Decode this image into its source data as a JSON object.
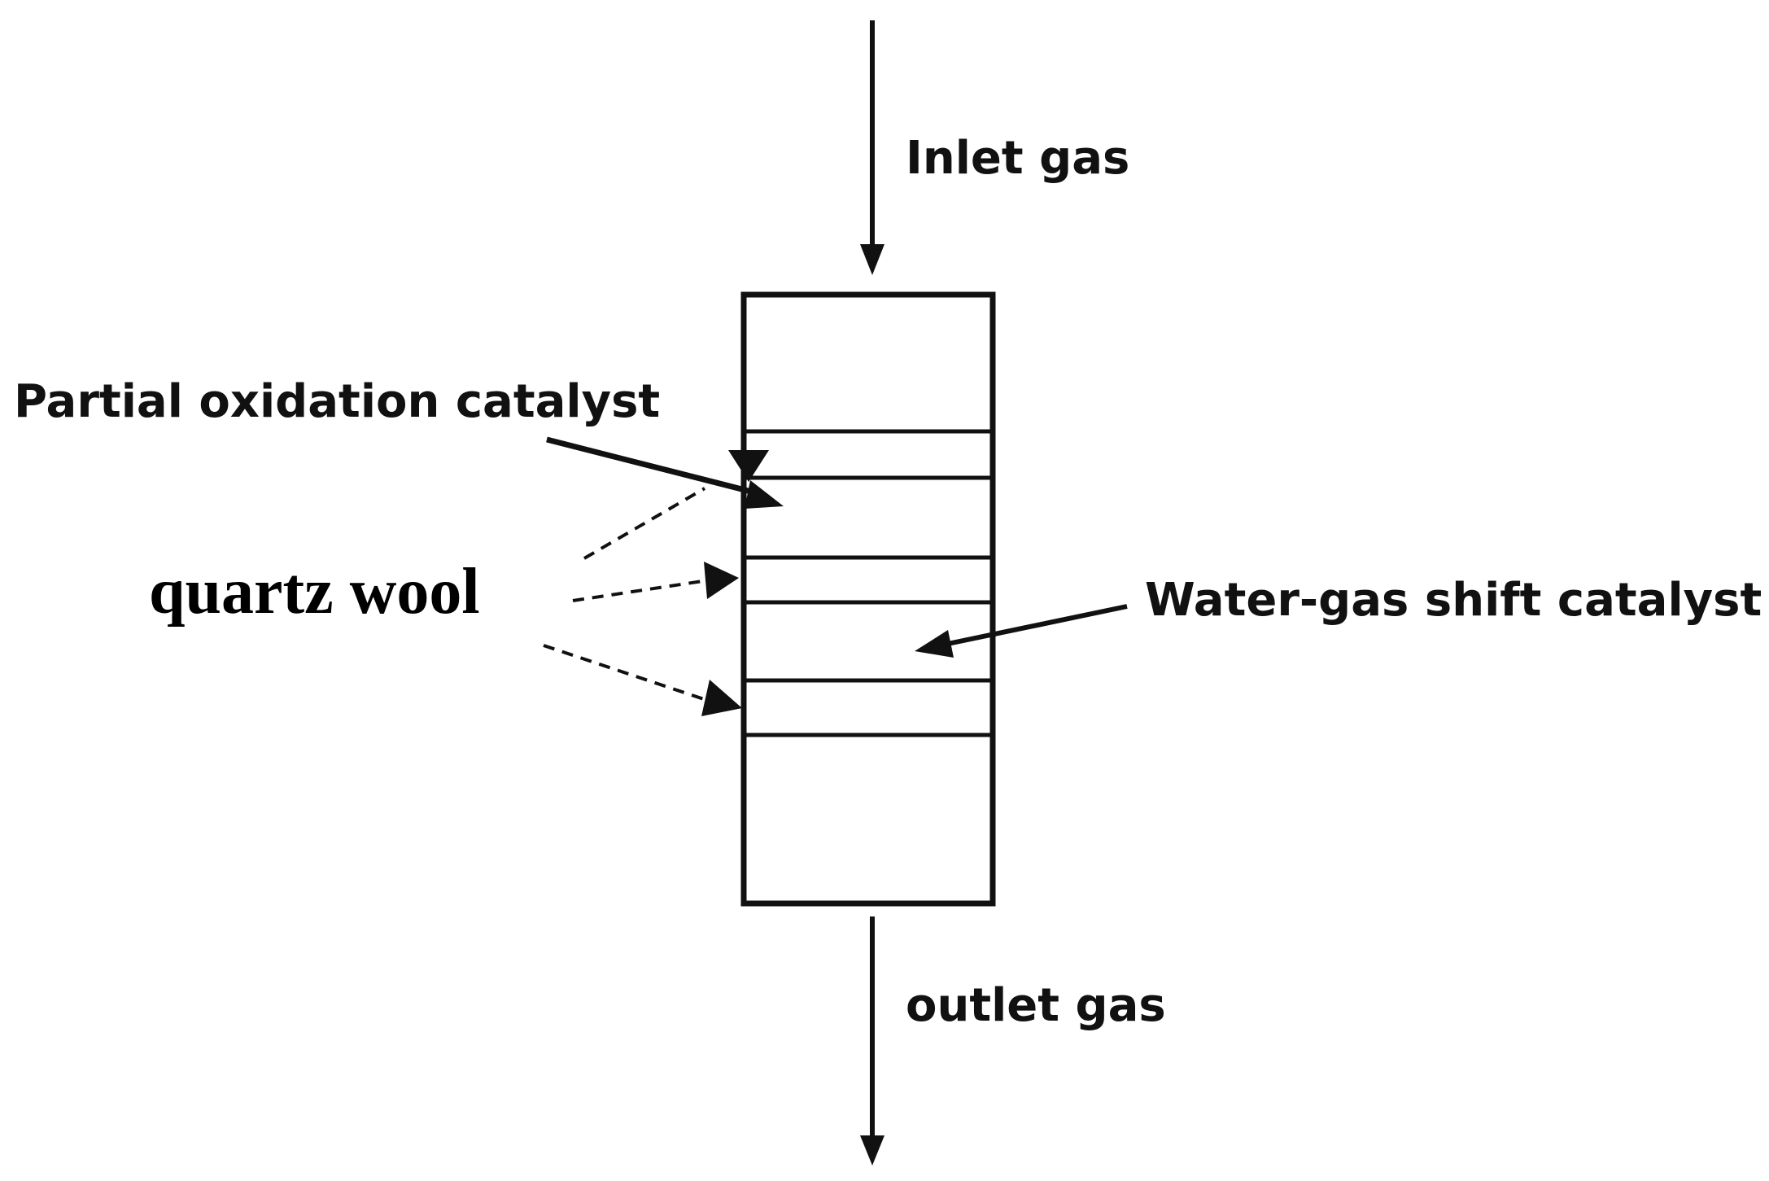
{
  "labels": {
    "inlet": "Inlet gas",
    "outlet": "outlet gas",
    "partial_oxidation": "Partial oxidation catalyst",
    "quartz_wool": "quartz wool",
    "water_gas_shift": "Water-gas shift catalyst"
  },
  "colors": {
    "line": "#111111",
    "background": "#ffffff"
  }
}
